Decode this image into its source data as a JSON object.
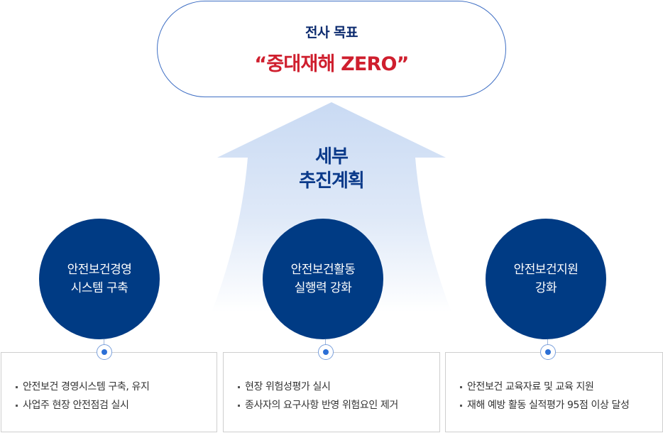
{
  "goal": {
    "label": "전사 목표",
    "text": "“중대재해 ZERO”"
  },
  "plan": {
    "title_line1": "세부",
    "title_line2": "추진계획"
  },
  "strategies": [
    {
      "line1": "안전보건경영",
      "line2": "시스템 구축",
      "bullets": [
        "안전보건 경영시스템 구축, 유지",
        "사업주 현장 안전점검 실시"
      ]
    },
    {
      "line1": "안전보건활동",
      "line2": "실행력 강화",
      "bullets": [
        "현장 위험성평가 실시",
        "종사자의 요구사항 반영 위험요인 제거"
      ]
    },
    {
      "line1": "안전보건지원",
      "line2": "강화",
      "bullets": [
        "안전보건 교육자료 및 교육 지원",
        "재해 예방 활동 실적평가 95점 이상 달성"
      ]
    }
  ],
  "colors": {
    "navy": "#003b84",
    "goal_red": "#cf1f2e",
    "arrow_light": "#dce7f6",
    "dot_blue": "#2b6fd6"
  }
}
